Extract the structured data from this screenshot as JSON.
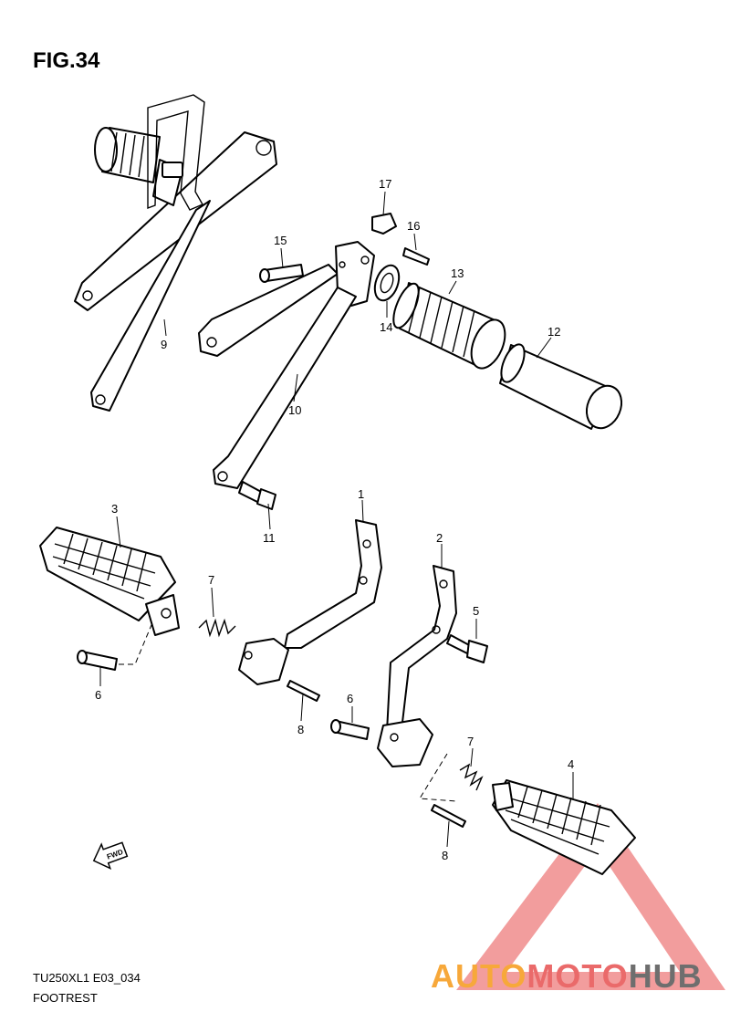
{
  "figure": {
    "title": "FIG.34"
  },
  "footer": {
    "model_code": "TU250XL1 E03_034",
    "section": "FOOTREST"
  },
  "fwd_marker": {
    "text": "FWD",
    "icon": "fwd-arrow-icon"
  },
  "watermark": {
    "logo_text": "AUTOMOTOHUB",
    "part1": "AUTO",
    "part2": "MOTO",
    "part3": "HUB",
    "colors": {
      "auto": "#f7a83a",
      "moto": "#ea6a6a",
      "hub": "#6e6e6e",
      "triangle": "#e84d4d"
    }
  },
  "callouts": [
    "1",
    "2",
    "3",
    "4",
    "5",
    "6",
    "6",
    "7",
    "7",
    "8",
    "8",
    "9",
    "10",
    "11",
    "12",
    "13",
    "14",
    "15",
    "16",
    "17"
  ]
}
